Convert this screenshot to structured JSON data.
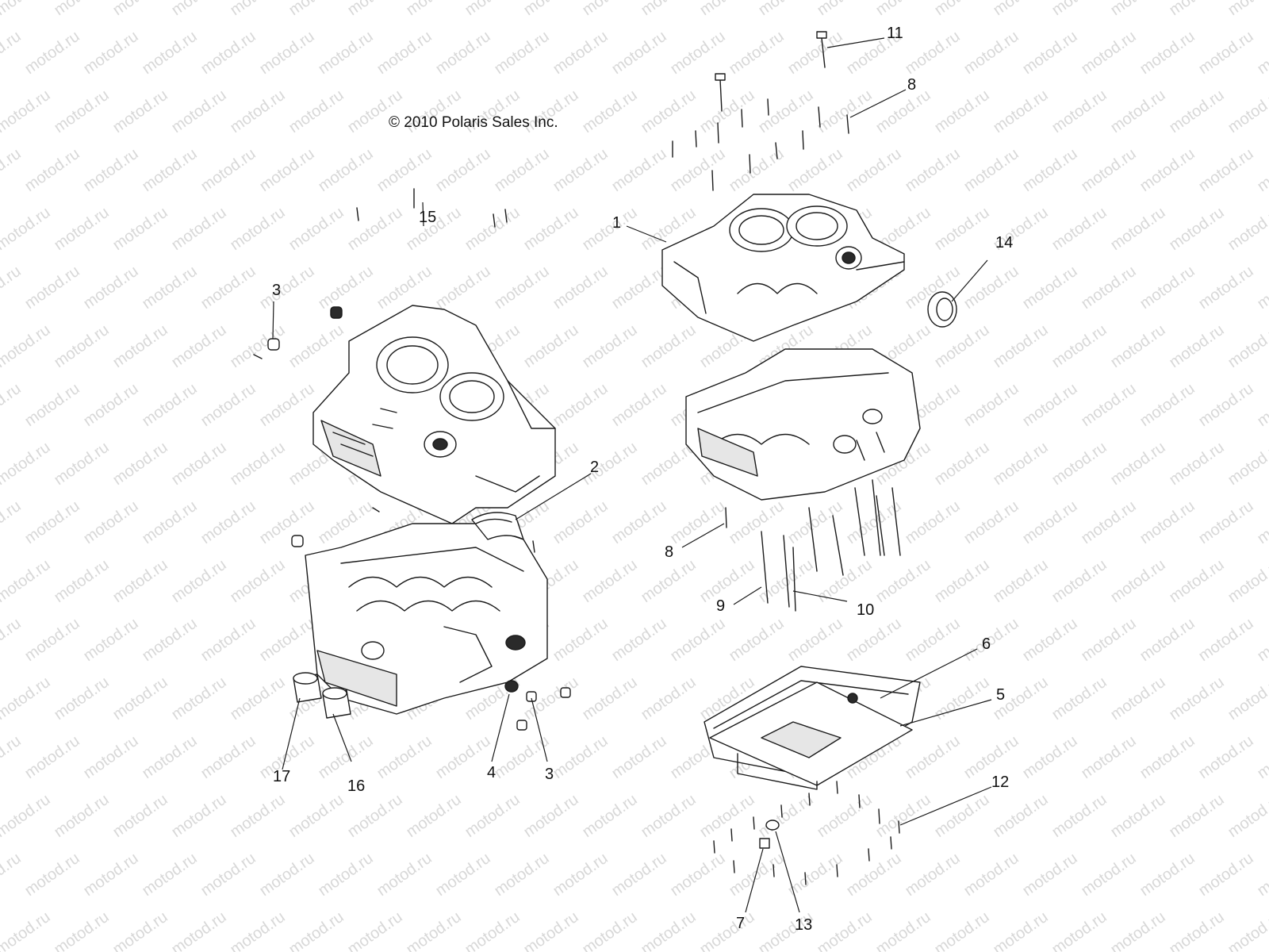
{
  "copyright": "© 2010 Polaris Sales Inc.",
  "watermark": "motod.ru",
  "callouts": [
    "11",
    "8",
    "1",
    "14",
    "15",
    "3",
    "2",
    "8",
    "9",
    "10",
    "6",
    "5",
    "17",
    "16",
    "4",
    "3",
    "12",
    "7",
    "13"
  ]
}
